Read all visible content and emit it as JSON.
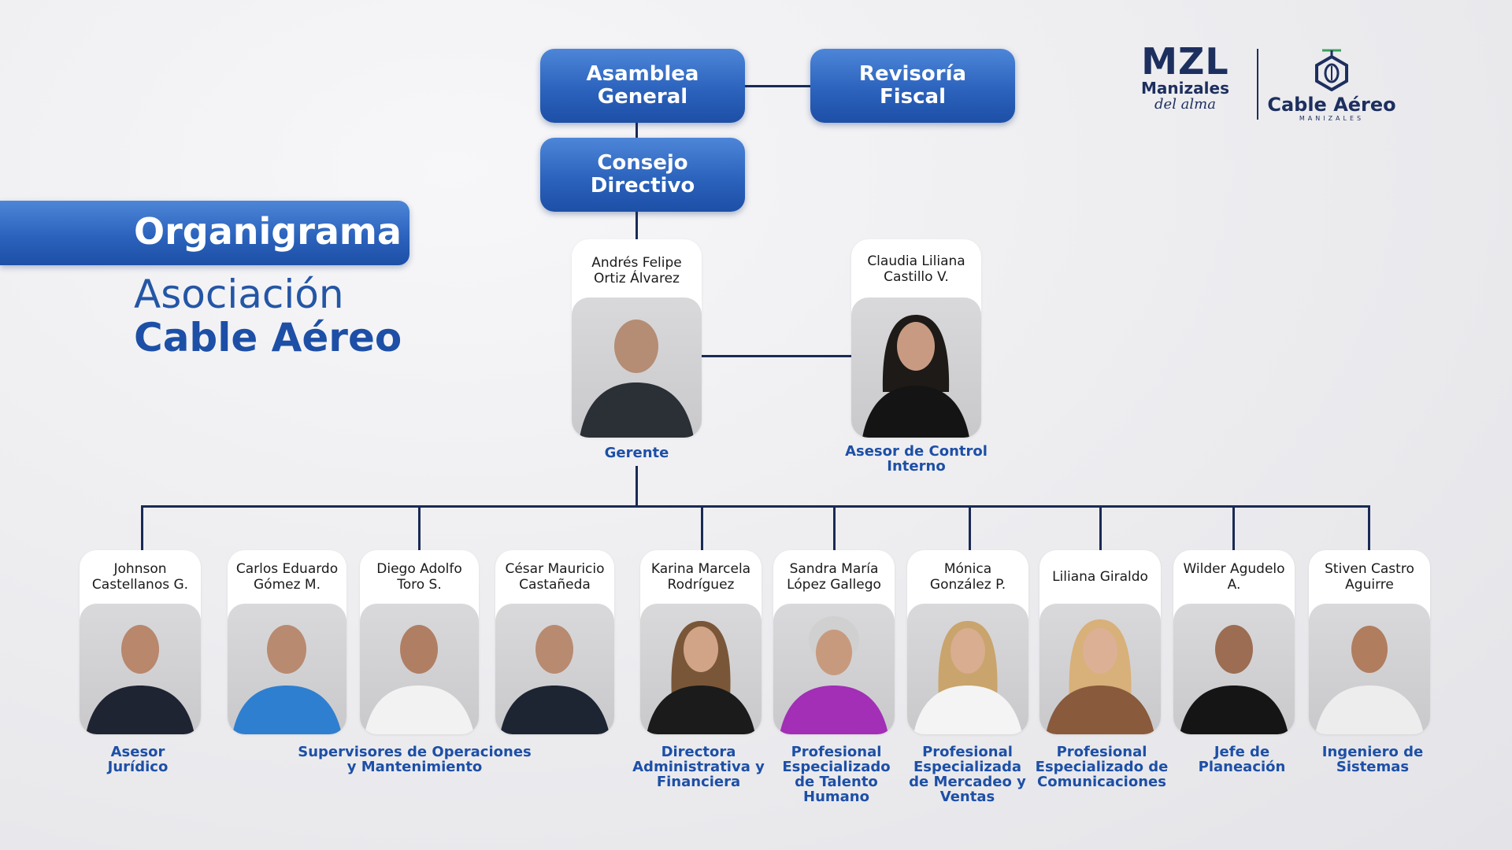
{
  "header": {
    "title": "Organigrama",
    "subtitle_line1": "Asociación",
    "subtitle_line2": "Cable Aéreo"
  },
  "logos": {
    "mzl_mark": "MZL",
    "mzl_name": "Manizales",
    "mzl_tagline": "del alma",
    "cable_name": "Cable Aéreo",
    "cable_sub": "MANIZALES"
  },
  "governance": {
    "asamblea": "Asamblea General",
    "revisoria": "Revisoría Fiscal",
    "consejo": "Consejo Directivo"
  },
  "top_people": [
    {
      "name": "Andrés Felipe Ortiz Álvarez",
      "role": "Gerente"
    },
    {
      "name": "Claudia Liliana Castillo V.",
      "role": "Asesor de Control Interno"
    }
  ],
  "staff": [
    {
      "name": "Johnson Castellanos G."
    },
    {
      "name": "Carlos Eduardo Gómez M."
    },
    {
      "name": "Diego Adolfo Toro S."
    },
    {
      "name": "César Mauricio Castañeda"
    },
    {
      "name": "Karina Marcela Rodríguez"
    },
    {
      "name": "Sandra María López Gallego"
    },
    {
      "name": "Mónica González P."
    },
    {
      "name": "Liliana Giraldo"
    },
    {
      "name": "Wilder Agudelo A."
    },
    {
      "name": "Stiven Castro Aguirre"
    }
  ],
  "staff_roles": {
    "asesor_juridico": "Asesor Jurídico",
    "supervisores": "Supervisores de Operaciones y Mantenimiento",
    "directora": "Directora Administrativa y Financiera",
    "talento": "Profesional Especializado de Talento Humano",
    "mercadeo": "Profesional Especializada de Mercadeo y Ventas",
    "comunicaciones": "Profesional Especializado de Comunicaciones",
    "planeacion": "Jefe de Planeación",
    "sistemas": "Ingeniero de Sistemas"
  },
  "colors": {
    "brand_blue": "#1d4fa6",
    "line": "#1a2a55",
    "navy": "#1d2f5e"
  }
}
